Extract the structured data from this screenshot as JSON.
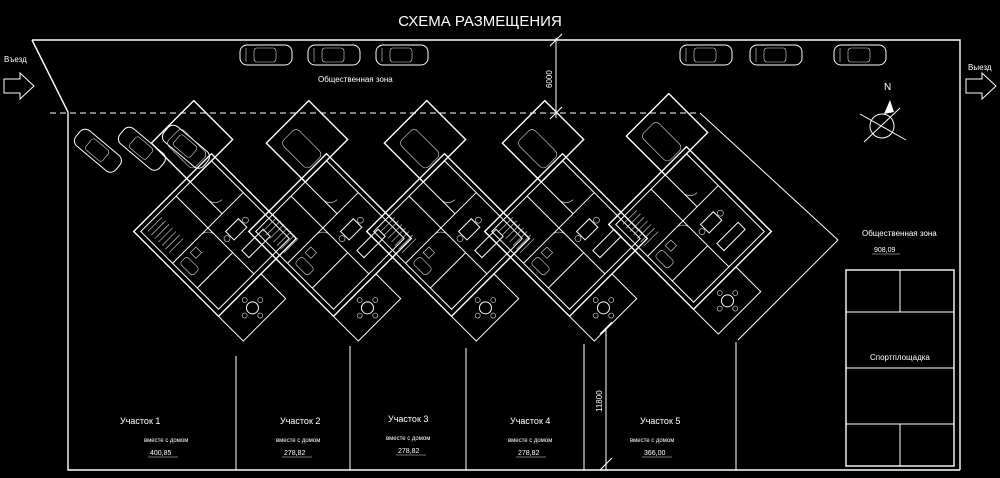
{
  "title": "СХЕМА РАЗМЕЩЕНИЯ",
  "entry_label": "Въезд",
  "exit_label": "Выезд",
  "public_zone_top": "Общественная зона",
  "public_zone_right": "Общественная зона",
  "public_zone_right_area": "908,09",
  "sports_ground": "Спортплощадка",
  "dimension_top": "6000",
  "dimension_bottom": "11800",
  "north_label": "N",
  "plots": [
    {
      "name": "Участок 1",
      "note": "вместе с домом",
      "area": "400,85"
    },
    {
      "name": "Участок 2",
      "note": "вместе с домом",
      "area": "278,82"
    },
    {
      "name": "Участок 3",
      "note": "вместе с домом",
      "area": "278,82"
    },
    {
      "name": "Участок 4",
      "note": "вместе с домом",
      "area": "278,82"
    },
    {
      "name": "Участок 5",
      "note": "вместе с домом",
      "area": "366,00"
    }
  ]
}
